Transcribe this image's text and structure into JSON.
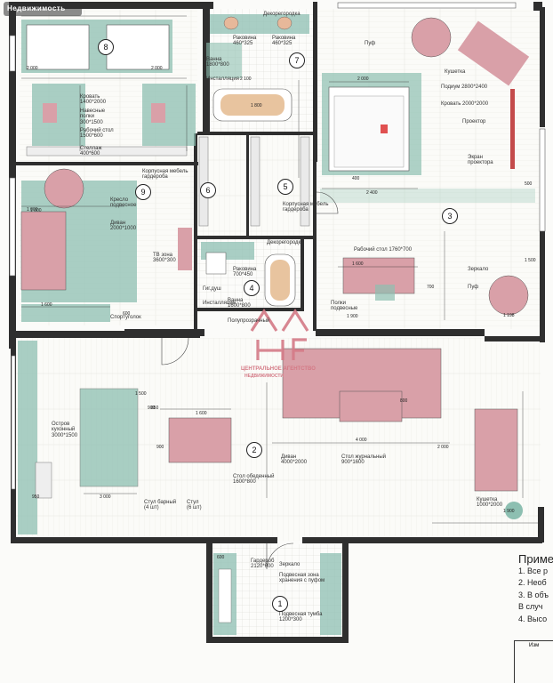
{
  "watermark": {
    "brand": "Недвижимость",
    "agency": "ЦЕНТРАЛЬНОЕ АГЕНТСТВО",
    "agency_sub": "НЕДВИЖИМОСТИ"
  },
  "rooms": [
    {
      "num": "1"
    },
    {
      "num": "2"
    },
    {
      "num": "3"
    },
    {
      "num": "4"
    },
    {
      "num": "5"
    },
    {
      "num": "6"
    },
    {
      "num": "7"
    },
    {
      "num": "8"
    },
    {
      "num": "9"
    }
  ],
  "labels": {
    "bed_small": "Кровать\n1400*2000",
    "shelves": "Навесные\nполки\n300*1500",
    "desk_small": "Рабочий стол\n1500*600",
    "rack": "Стеллаж\n400*600",
    "wardrobe_9": "Корпусная мебель\nгардероба",
    "armchair": "Кресло\nподвесное",
    "sofa_9": "Диван\n2000*1000",
    "tv_9": "ТВ зона\n3600*300",
    "tubes_9": "Спортуголок",
    "wardrobe_5": "Корпусная мебель\nгардероба",
    "sink_7": "Раковина\n460*325",
    "sink_7b": "Раковина\n460*325",
    "bath_7": "Ванна\n1800*800",
    "install_7": "Инсталляция",
    "deco_7": "Декорегородка",
    "pouf": "Пуф",
    "shelf_3": "Кушетка",
    "podium": "Подиум 2800*2400",
    "bed_3": "Кровать 2000*2000",
    "projector": "Проектор",
    "screen": "Экран\nпроектора",
    "desk_3": "Рабочий стол 1760*700",
    "mirror_3": "Зеркало",
    "shelves_3": "Полки\nподвесные",
    "pouf_3": "Пуф",
    "sink_4": "Раковина\n700*450",
    "bath_4": "Ванна\n1600*800",
    "install_4": "Инсталляция",
    "hygiene_4": "Гиг.душ",
    "deco_4": "Декорегородка",
    "partition": "Полупрозрачный",
    "sofa_2": "Диван\n4000*2000",
    "coffee_table": "Стол журнальный\n900*1600",
    "island": "Остров\nкухонный\n3000*1500",
    "bar_chairs": "Стул барный\n(4 шт)",
    "table_2": "Стол обеденный\n1600*800",
    "chairs_2": "Стул\n(6 шт)",
    "couch_2": "Кушетка\n1000*2000",
    "wardrobe_1": "Гардероб\n2120*600",
    "mirror_1": "Зеркало",
    "storage_1": "Подвесная зона\nхранения с пуфом",
    "hanger_1": "Подвесная тумба\n1200*300"
  },
  "dims": [
    "2 000",
    "2 000",
    "1 000",
    "600",
    "1 600",
    "1 900",
    "2 100",
    "1 800",
    "2 400",
    "2 000",
    "1 500",
    "3 000",
    "1 600",
    "1 500",
    "800",
    "900",
    "4 000",
    "2 000",
    "1 600",
    "850",
    "900",
    "950",
    "1 000",
    "1 900",
    "1 198",
    "400",
    "500",
    "600",
    "700"
  ],
  "notes": {
    "title": "Приме",
    "items": [
      "1. Все р",
      "2. Необ",
      "3. В объ",
      "В случ",
      "4. Высо"
    ]
  },
  "table_header": "Изм"
}
